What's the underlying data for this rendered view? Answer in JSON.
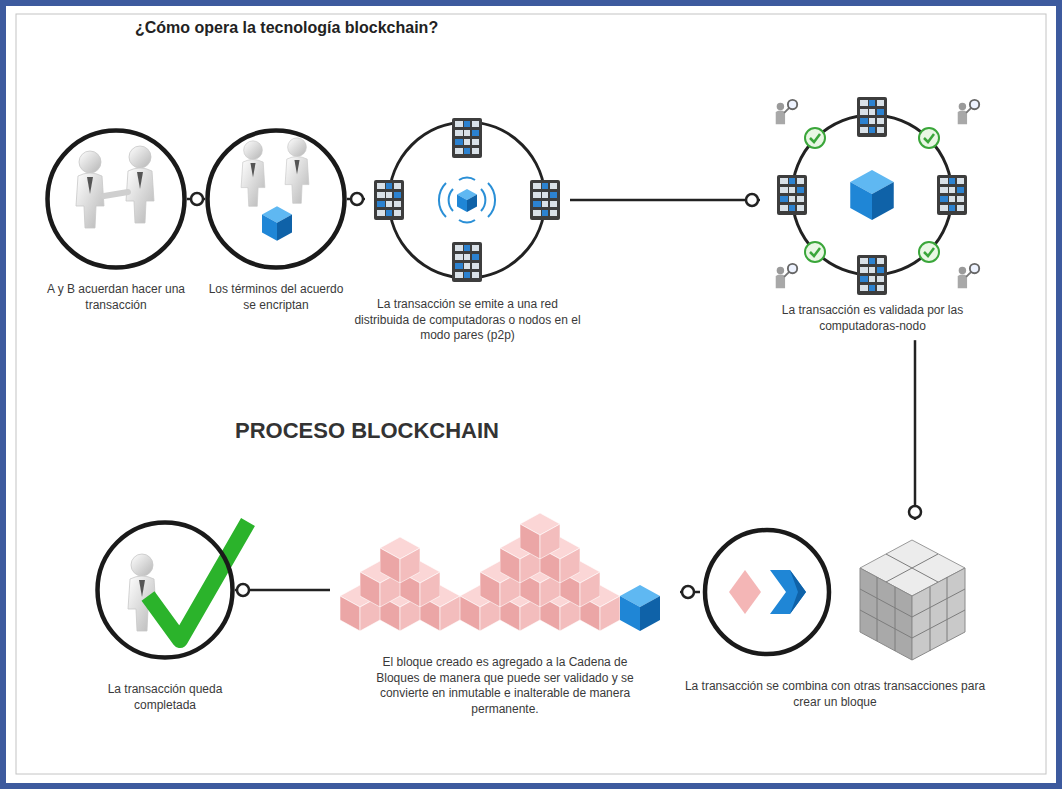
{
  "diagram": {
    "title": "¿Cómo opera la tecnología blockchain?",
    "nodes": [
      {
        "text": [
          "A y B acuerdan hacer una transacción"
        ]
      },
      {
        "text": [
          "Los términos del acuerdo se encriptan"
        ]
      },
      {
        "text": [
          "La transacción se emite a una red distribuida de computadoras o nodos en el modo pares (p2p)"
        ]
      },
      {
        "text": [
          "La transacción es validada por las computadoras-nodo"
        ]
      },
      {
        "text": [
          "La transacción se combina con otras transacciones para crear un bloque"
        ]
      },
      {
        "text": [
          "El bloque creado es agregado a la Cadena de Bloques de manera que puede ser validado y se convierte en inmutable e inalterable de manera permanente."
        ]
      },
      {
        "text": [
          "La transacción queda completada"
        ]
      }
    ],
    "edges": [
      {
        "from": 0,
        "to": 1,
        "arrow": "none"
      },
      {
        "from": 1,
        "to": 2,
        "arrow": "none"
      },
      {
        "from": 2,
        "to": 3,
        "arrow": "none"
      },
      {
        "from": 3,
        "to": 4,
        "arrow": "none"
      },
      {
        "from": 4,
        "to": 5,
        "arrow": "none"
      },
      {
        "from": 5,
        "to": 6,
        "arrow": "none"
      }
    ],
    "labels": [
      "PROCESO BLOCKCHAIN"
    ]
  }
}
